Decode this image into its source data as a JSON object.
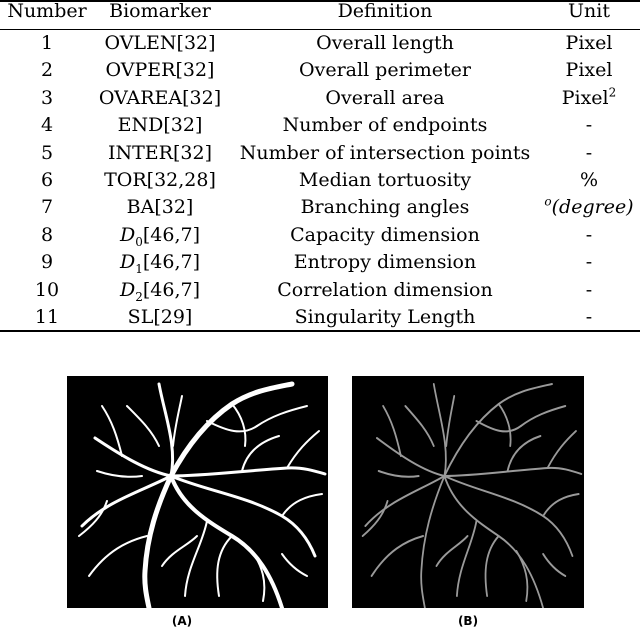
{
  "table": {
    "headers": [
      "Number",
      "Biomarker",
      "Definition",
      "Unit"
    ],
    "rows": [
      {
        "number": "1",
        "biomarker": "OVLEN[32]",
        "definition": "Overall length",
        "unit": "Pixel"
      },
      {
        "number": "2",
        "biomarker": "OVPER[32]",
        "definition": "Overall perimeter",
        "unit": "Pixel"
      },
      {
        "number": "3",
        "biomarker": "OVAREA[32]",
        "definition": "Overall area",
        "unit": "Pixel",
        "unit_sup": "2"
      },
      {
        "number": "4",
        "biomarker": "END[32]",
        "definition": "Number of endpoints",
        "unit": "-"
      },
      {
        "number": "5",
        "biomarker": "INTER[32]",
        "definition": "Number of intersection points",
        "unit": "-"
      },
      {
        "number": "6",
        "biomarker": "TOR[32,28]",
        "definition": "Median tortuosity",
        "unit": "%"
      },
      {
        "number": "7",
        "biomarker": "BA[32]",
        "definition": "Branching angles",
        "unit_sup": "o",
        "unit": "(degree)"
      },
      {
        "number": "8",
        "biomarker_var": "D",
        "biomarker_sub": "0",
        "biomarker_rest": "[46,7]",
        "definition": "Capacity dimension",
        "unit": "-"
      },
      {
        "number": "9",
        "biomarker_var": "D",
        "biomarker_sub": "1",
        "biomarker_rest": "[46,7]",
        "definition": "Entropy dimension",
        "unit": "-"
      },
      {
        "number": "10",
        "biomarker_var": "D",
        "biomarker_sub": "2",
        "biomarker_rest": "[46,7]",
        "definition": "Correlation dimension",
        "unit": "-"
      },
      {
        "number": "11",
        "biomarker": "SL[29]",
        "definition": "Singularity Length",
        "unit": "-"
      }
    ]
  },
  "figures": [
    {
      "caption": "(A)",
      "style": "binary-white"
    },
    {
      "caption": "(B)",
      "style": "skeleton-gray"
    }
  ],
  "colors": {
    "figure_bg": "#000000",
    "vessel_a": "#ffffff",
    "vessel_b": "#9a9a9a"
  }
}
